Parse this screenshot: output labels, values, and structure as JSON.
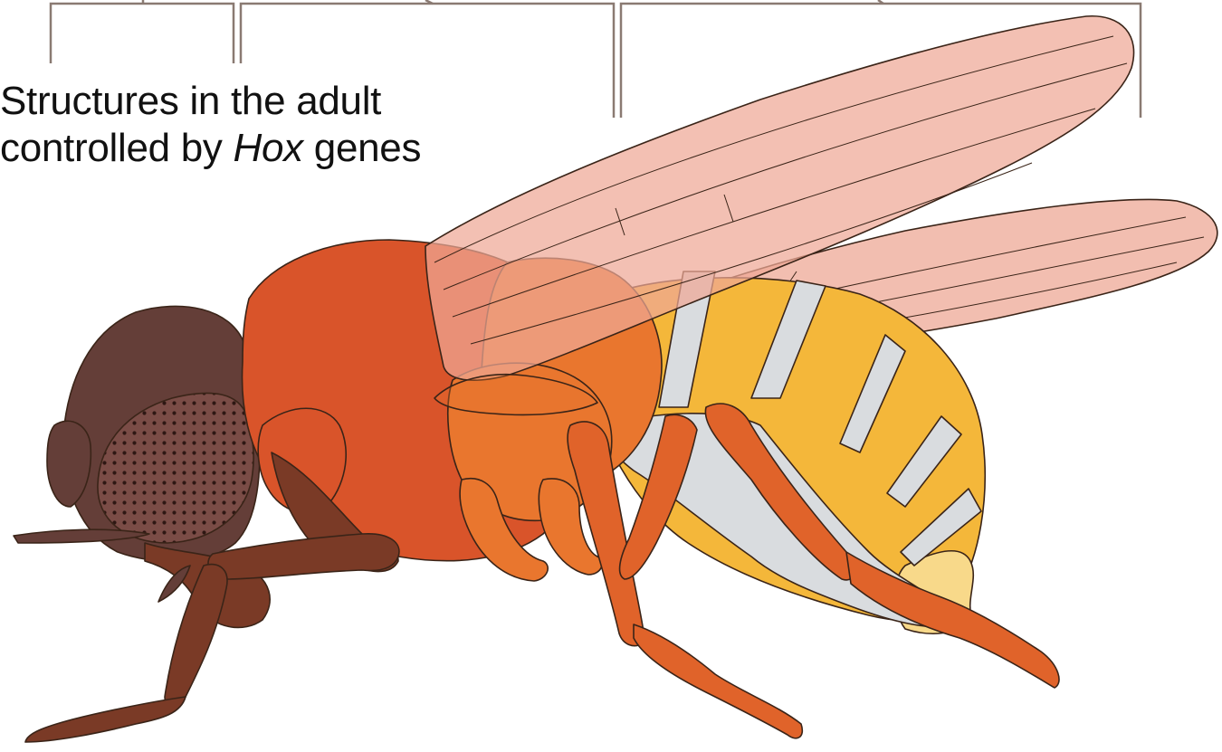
{
  "caption": {
    "line1": "Structures in the adult",
    "line2_prefix": "controlled by ",
    "line2_italic": "Hox",
    "line2_suffix": " genes"
  },
  "colors": {
    "bracket": "#8a7a72",
    "outline": "#3a2418",
    "head": "#643e38",
    "eye": "#7a4c46",
    "proboscis": "#7a3a26",
    "t1_segment": "#d9542a",
    "t1_leg": "#c44e24",
    "t2_segment": "#e9762e",
    "t3_leg": "#e0632a",
    "abdomen": "#f4b73a",
    "abdomen_tip": "#f8d98a",
    "membrane": "#d9dcdf",
    "wing": "#eea896"
  }
}
